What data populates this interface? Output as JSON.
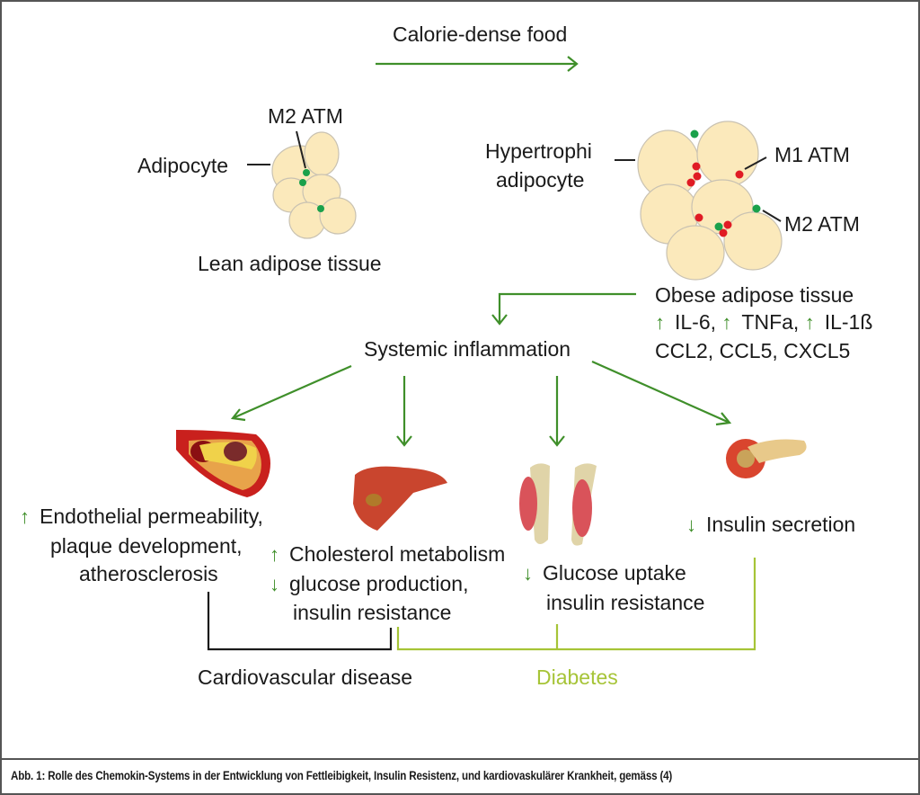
{
  "top": {
    "label": "Calorie-dense food",
    "colors": {
      "arrow": "#3f8f2a"
    }
  },
  "lean": {
    "atm_label": "M2 ATM",
    "cell_label": "Adipocyte",
    "title": "Lean adipose tissue"
  },
  "obese": {
    "cell_label_line1": "Hypertrophi",
    "cell_label_line2": "adipocyte",
    "m1_label": "M1 ATM",
    "m2_label": "M2 ATM",
    "title": "Obese adipose tissue",
    "markers": [
      {
        "dir": "up",
        "label": "IL-6,"
      },
      {
        "dir": "up",
        "label": "TNFa,"
      },
      {
        "dir": "up",
        "label": "IL-1ß"
      }
    ],
    "chemokines": "CCL2, CCL5, CXCL5"
  },
  "inflammation": {
    "label": "Systemic inflammation"
  },
  "organs": {
    "vessel": {
      "icon": "blood-vessel-plaque-icon",
      "line1_dir": "up",
      "line1": "Endothelial permeability,",
      "line2": "plaque development,",
      "line3": "atherosclerosis"
    },
    "liver": {
      "icon": "liver-icon",
      "line1_dir": "up",
      "line1": "Cholesterol metabolism",
      "line2_dir": "down",
      "line2": "glucose production,",
      "line3": "insulin resistance"
    },
    "muscle": {
      "icon": "muscle-icon",
      "line1_dir": "down",
      "line1": "Glucose uptake",
      "line2": "insulin resistance"
    },
    "pancreas": {
      "icon": "pancreas-icon",
      "line1_dir": "down",
      "line1": "Insulin secretion"
    }
  },
  "outcomes": {
    "cardio": "Cardiovascular disease",
    "diabetes": "Diabetes",
    "colors": {
      "cardio": "#1a1a1a",
      "diabetes": "#a6c437"
    }
  },
  "arrows": {
    "up": "↑",
    "down": "↓"
  },
  "caption": "Abb. 1: Rolle des Chemokin-Systems in der Entwicklung von Fettleibigkeit, Insulin Resistenz, und kardiovaskulärer Krankheit, gemäss (4)"
}
